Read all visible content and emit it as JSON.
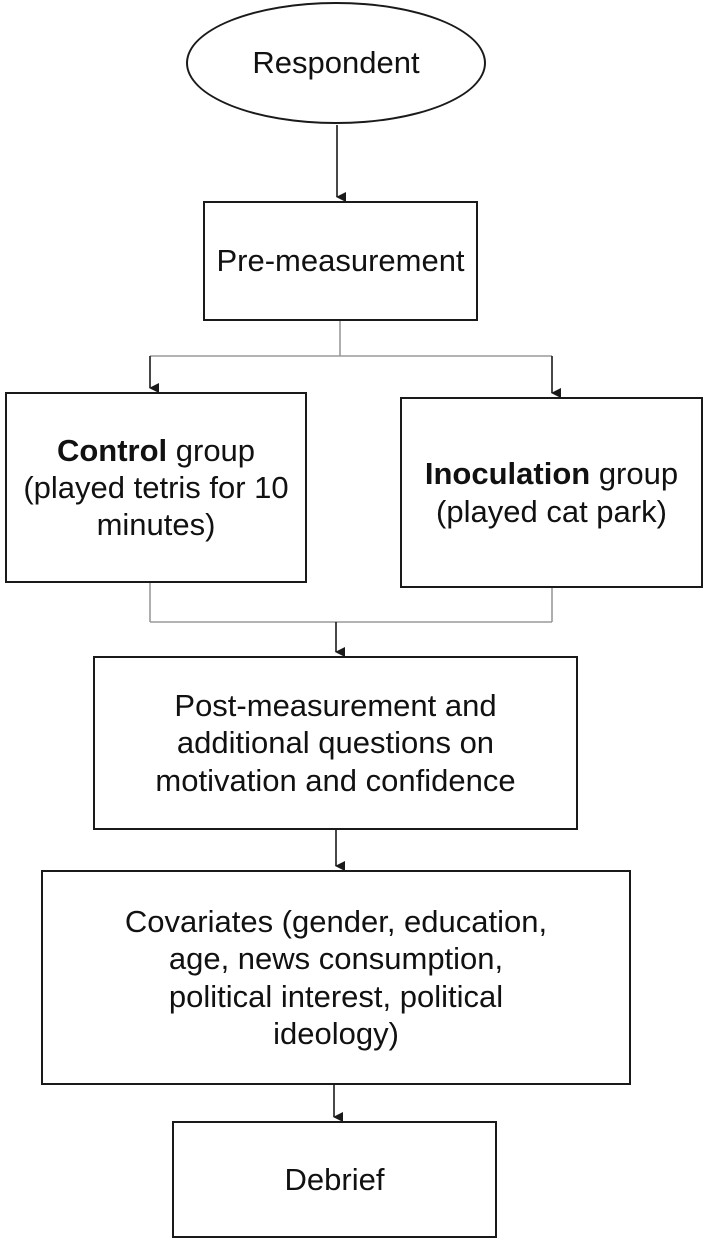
{
  "nodes": {
    "respondent": {
      "lines": [
        "Respondent"
      ]
    },
    "pre_measurement": {
      "lines": [
        "Pre-measurement"
      ]
    },
    "control_group": {
      "bold": "Control",
      "rest": " group",
      "lines": [
        "(played tetris for 10",
        "minutes)"
      ]
    },
    "inoculation_group": {
      "bold": "Inoculation",
      "rest": " group",
      "lines": [
        "(played cat park)"
      ]
    },
    "post_measurement": {
      "lines": [
        "Post-measurement and",
        "additional questions on",
        "motivation and confidence"
      ]
    },
    "covariates": {
      "lines": [
        "Covariates (gender, education,",
        "age, news consumption,",
        "political interest, political",
        "ideology)"
      ]
    },
    "debrief": {
      "lines": [
        "Debrief"
      ]
    }
  },
  "colors": {
    "stroke": "#1a1a1a",
    "connector": "#9a9a9a",
    "background": "#ffffff"
  }
}
